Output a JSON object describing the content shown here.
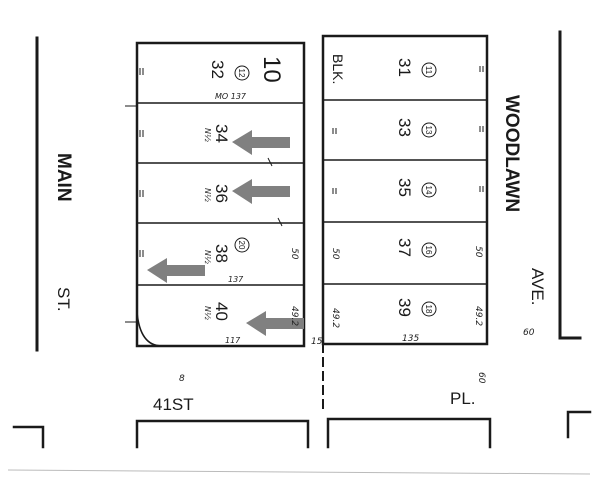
{
  "streets": {
    "main": "MAIN",
    "main_suffix": "ST.",
    "woodlawn": "WOODLAWN",
    "woodlawn_suffix": "AVE.",
    "forty_first": "41ST",
    "pl": "PL."
  },
  "block": {
    "label": "BLK.",
    "number": "10"
  },
  "west_lots": [
    {
      "lot": "32",
      "circle": "12",
      "subtext": "",
      "arrow": false
    },
    {
      "lot": "34",
      "circle": "",
      "subtext": "N½",
      "arrow": true
    },
    {
      "lot": "36",
      "circle": "",
      "subtext": "N½",
      "arrow": true
    },
    {
      "lot": "38",
      "circle": "20",
      "subtext": "N½",
      "arrow": true
    },
    {
      "lot": "40",
      "circle": "",
      "subtext": "N½",
      "arrow": true
    }
  ],
  "east_lots": [
    {
      "lot": "31",
      "circle": "11"
    },
    {
      "lot": "33",
      "circle": "13"
    },
    {
      "lot": "35",
      "circle": "14"
    },
    {
      "lot": "37",
      "circle": "16"
    },
    {
      "lot": "39",
      "circle": "18"
    }
  ],
  "dimensions": {
    "west_top": "MO 137",
    "west_mid": "137",
    "west_bottom": "117",
    "west_width_a": "50",
    "west_width_b": "49.2",
    "east_width_a": "50",
    "east_width_b": "50",
    "east_width_c": "49.2",
    "east_width_d": "49.2",
    "east_bottom": "135",
    "alley": "15",
    "right_margin": "60",
    "bottom_margin": "60",
    "left_margin": "8"
  },
  "colors": {
    "ink": "#1a1a1a",
    "arrow": "#808080",
    "background": "#ffffff"
  }
}
